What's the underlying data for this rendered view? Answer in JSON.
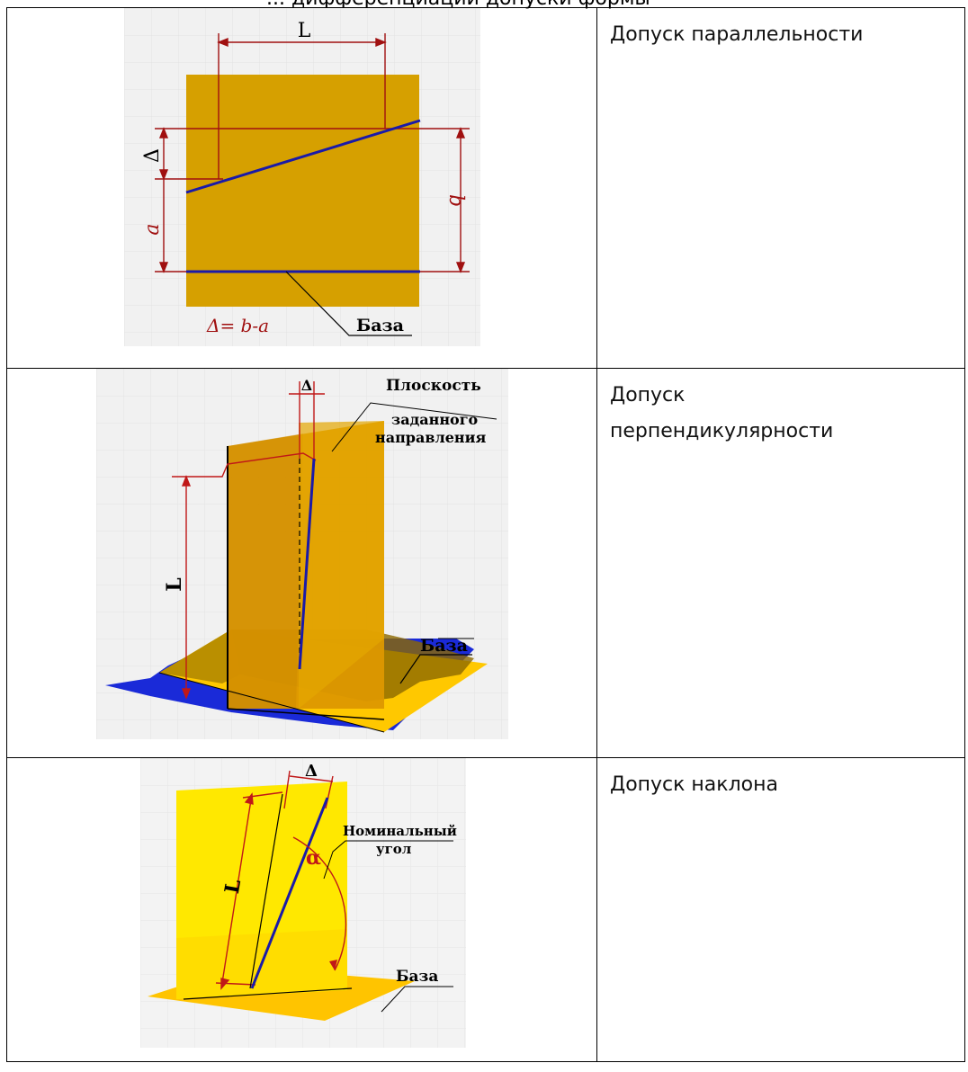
{
  "header_fragment": "... дифференциации допуски формы",
  "rows": [
    {
      "label_lines": [
        "Допуск параллельности"
      ],
      "figure": {
        "labels": {
          "L": "L",
          "delta": "Δ",
          "a": "a",
          "b": "b",
          "formula": "Δ= b-a",
          "base": "База"
        }
      }
    },
    {
      "label_lines": [
        "Допуск",
        "перпендикулярности"
      ],
      "figure": {
        "labels": {
          "L": "L",
          "delta": "Δ",
          "plane_1": "Плоскость",
          "plane_2": "заданного",
          "plane_3": "направления",
          "base": "База"
        }
      }
    },
    {
      "label_lines": [
        "Допуск наклона"
      ],
      "figure": {
        "labels": {
          "L": "L",
          "delta": "Δ",
          "angle_1": "Номинальный",
          "angle_2": "угол",
          "alpha": "α",
          "base": "База"
        }
      }
    }
  ],
  "colors": {
    "plate_dark": "#d6a000",
    "plate_yellow": "#ffe800",
    "line_blue": "#1a1aa8",
    "dim_red": "#c01818",
    "grid_bg": "#f1f1f1"
  }
}
